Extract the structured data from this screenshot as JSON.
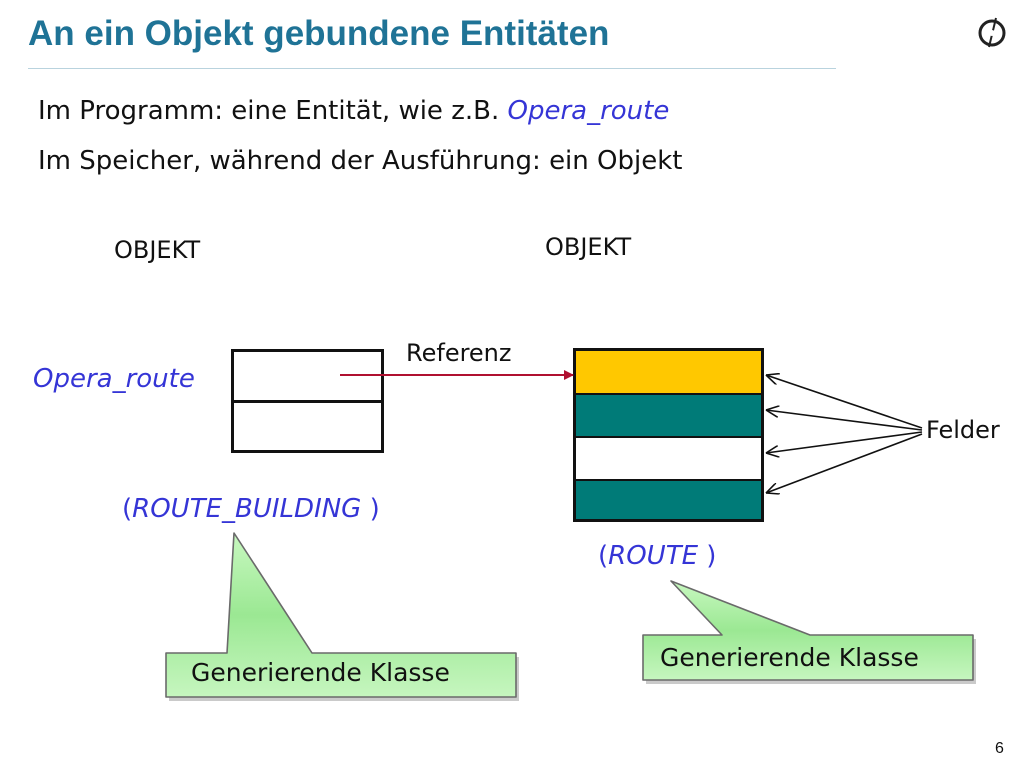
{
  "slide": {
    "title": "An ein Objekt gebundene Entitäten",
    "page_number": "6",
    "logo_icon": "eiffel-o-logo-icon"
  },
  "bullets": [
    {
      "text": "Im Programm: eine Entität, wie z.B. ",
      "entity": "Opera_route"
    },
    {
      "text": "Im Speicher, während der Ausführung: ein Objekt"
    }
  ],
  "diagram": {
    "object_label_left": "OBJEKT",
    "object_label_right": "OBJEKT",
    "entity_label": "Opera_route",
    "reference_label": "Referenz",
    "fields_label": "Felder",
    "left_class": {
      "open": "(",
      "name": "ROUTE_BUILDING ",
      "close": ")"
    },
    "right_class": {
      "open": "(",
      "name": "ROUTE ",
      "close": ")"
    },
    "callout_left": "Generierende Klasse",
    "callout_right": "Generierende Klasse",
    "colors": {
      "accent_title": "#1f7396",
      "entity_blue": "#3535d6",
      "reference_arrow": "#b01030",
      "field_yellow": "#ffc800",
      "field_teal": "#007b78",
      "callout_green": "#a8f0a0"
    }
  }
}
